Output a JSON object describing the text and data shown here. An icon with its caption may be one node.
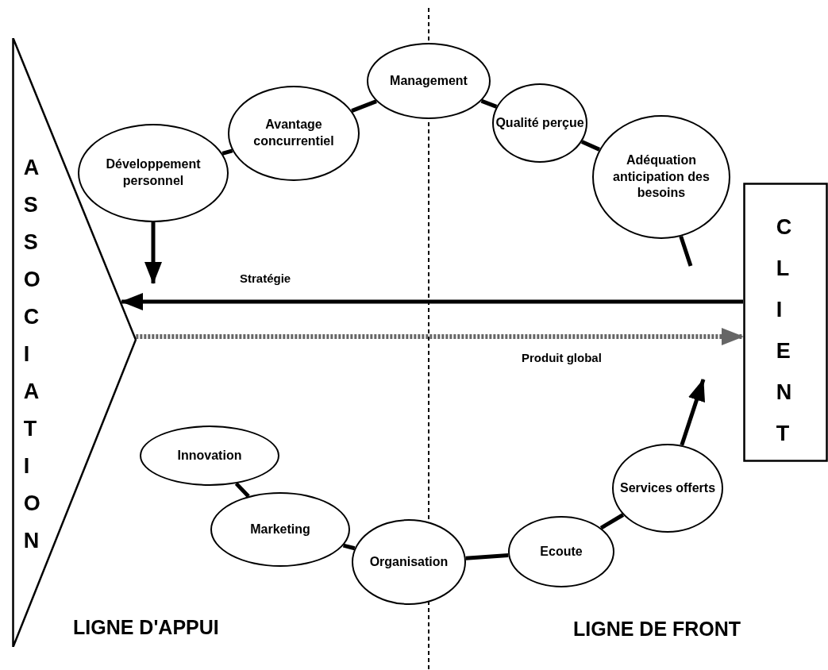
{
  "diagram": {
    "nodes": [
      {
        "text": [
          "ASSOCIATION"
        ]
      },
      {
        "text": [
          "CLIENT"
        ]
      },
      {
        "text": [
          "Développement personnel"
        ]
      },
      {
        "text": [
          "Avantage concurrentiel"
        ]
      },
      {
        "text": [
          "Management"
        ]
      },
      {
        "text": [
          "Qualité perçue"
        ]
      },
      {
        "text": [
          "Adéquation anticipation des besoins"
        ]
      },
      {
        "text": [
          "Innovation"
        ]
      },
      {
        "text": [
          "Marketing"
        ]
      },
      {
        "text": [
          "Organisation"
        ]
      },
      {
        "text": [
          "Ecoute"
        ]
      },
      {
        "text": [
          "Services offerts"
        ]
      }
    ],
    "edges": [
      {
        "from": 2,
        "to": 3,
        "arrow": "none"
      },
      {
        "from": 3,
        "to": 4,
        "arrow": "none"
      },
      {
        "from": 4,
        "to": 5,
        "arrow": "none"
      },
      {
        "from": 5,
        "to": 6,
        "arrow": "none"
      },
      {
        "from": 6,
        "to": null,
        "arrow": "none"
      },
      {
        "from": 1,
        "to": 0,
        "arrow": "to",
        "label": "Stratégie"
      },
      {
        "from": 0,
        "to": 1,
        "arrow": "to",
        "label": "Produit global",
        "style": "dashed",
        "color": "#666666"
      },
      {
        "from": 2,
        "to": null,
        "arrow": "to"
      },
      {
        "from": 7,
        "to": 8,
        "arrow": "none"
      },
      {
        "from": 8,
        "to": 9,
        "arrow": "none"
      },
      {
        "from": 9,
        "to": 10,
        "arrow": "none"
      },
      {
        "from": 10,
        "to": 11,
        "arrow": "none"
      },
      {
        "from": 11,
        "to": null,
        "arrow": "to"
      }
    ],
    "labels": [
      "LIGNE D'APPUI",
      "LIGNE DE FRONT"
    ]
  }
}
